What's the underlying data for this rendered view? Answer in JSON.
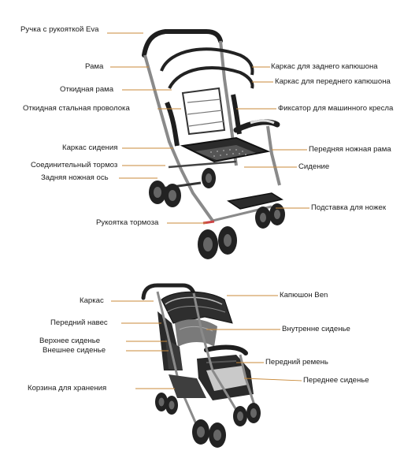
{
  "figure_top": {
    "labels_left": [
      "Ручка с рукояткой  Eva",
      "Рама",
      "Откидная рама",
      "Откидная стальная проволока",
      "Каркас сидения",
      "Соединительный тормоз",
      "Задняя ножная ось",
      "Рукоятка тормоза"
    ],
    "labels_right": [
      "Каркас для заднего капюшона",
      "Каркас для переднего капюшона",
      "Фиксатор для машинного кресла",
      "Передняя ножная рама",
      "Сидение",
      "Подставка для ножек"
    ]
  },
  "figure_bottom": {
    "labels_left": [
      "Каркас",
      "Передний навес",
      "Верхнее сиденье",
      "Внешнее сиденье",
      "Корзина для хранения"
    ],
    "labels_right": [
      "Капюшон Ben",
      "Внутренне сиденье",
      "Передний ремень",
      "Переднее сиденье"
    ]
  },
  "colors": {
    "frame": "#2a2a2a",
    "frame_metal": "#8a8a8a",
    "leader_line": "#c98a3a",
    "fabric_dark": "#3a3a3a",
    "fabric_grey": "#9a9a9a"
  }
}
